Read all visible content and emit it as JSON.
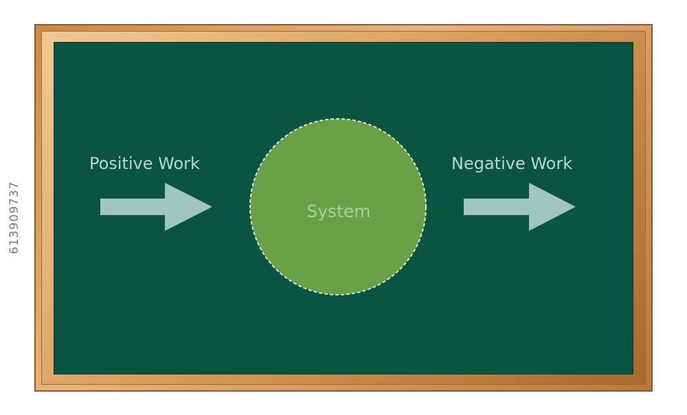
{
  "diagram": {
    "left_label": "Positive Work",
    "right_label": "Negative Work",
    "center_label": "System"
  },
  "stock_id": "613909737",
  "colors": {
    "board": "#0b5441",
    "frame": "#d49a5b",
    "system_fill": "#6aa046",
    "arrow_fill": "#9fc7bd",
    "label_text": "#b9d6cf"
  }
}
